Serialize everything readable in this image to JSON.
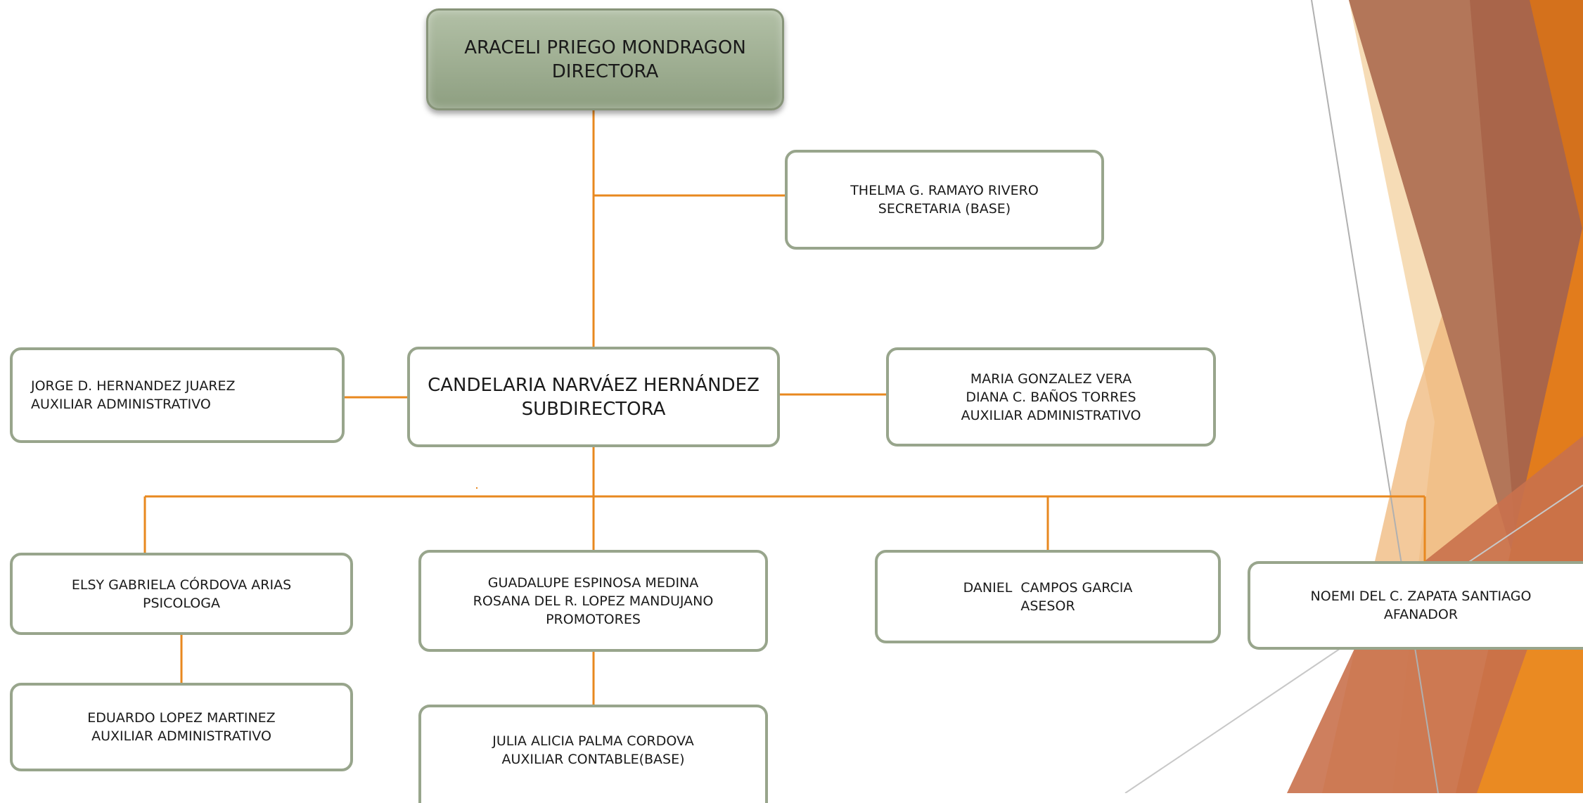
{
  "colors": {
    "connector": "#e8881f",
    "box_border": "#98a58c",
    "top_box_fill": "#a4b497",
    "decor_brown": "#a9654a",
    "decor_orange": "#e27c1c",
    "decor_peach": "#f3cf9e"
  },
  "nodes": {
    "directora": {
      "name": "ARACELI PRIEGO MONDRAGON",
      "role": "DIRECTORA"
    },
    "secretaria": {
      "name": "THELMA G. RAMAYO RIVERO",
      "role": "SECRETARIA (BASE)"
    },
    "subdirectora": {
      "name": "CANDELARIA NARVÁEZ HERNÁNDEZ",
      "role": "SUBDIRECTORA"
    },
    "aux_left": {
      "name": "JORGE D. HERNANDEZ JUAREZ",
      "role": "AUXILIAR ADMINISTRATIVO"
    },
    "aux_right": {
      "line1": "MARIA GONZALEZ VERA",
      "line2": "DIANA C. BAÑOS TORRES",
      "role": "AUXILIAR ADMINISTRATIVO"
    },
    "psicologa": {
      "name": "ELSY GABRIELA CÓRDOVA ARIAS",
      "role": "PSICOLOGA"
    },
    "promotores": {
      "line1": "GUADALUPE ESPINOSA MEDINA",
      "line2": "ROSANA DEL R. LOPEZ MANDUJANO",
      "role": "PROMOTORES"
    },
    "asesor": {
      "name": "DANIEL  CAMPOS GARCIA",
      "role": "ASESOR"
    },
    "afanador": {
      "name": "NOEMI DEL C. ZAPATA SANTIAGO",
      "role": "AFANADOR"
    },
    "aux_admin_bottom": {
      "name": "EDUARDO LOPEZ MARTINEZ",
      "role": "AUXILIAR ADMINISTRATIVO"
    },
    "aux_contable": {
      "name": "JULIA ALICIA PALMA CORDOVA",
      "role": "AUXILIAR CONTABLE(BASE)"
    }
  }
}
